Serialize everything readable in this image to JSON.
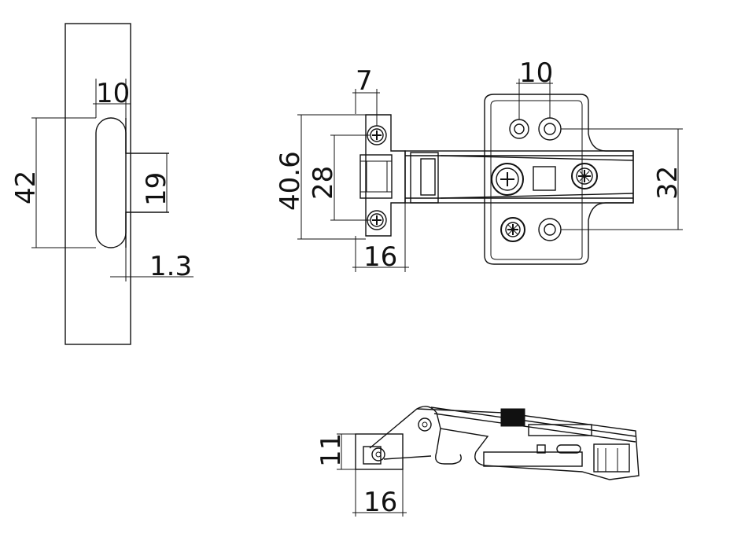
{
  "dimensions": {
    "edge_width": "10",
    "edge_length": "42",
    "depth_19": "19",
    "offset": "1.3",
    "screw_offset": "7",
    "plate_height": "40.6",
    "screw_spacing": "28",
    "cup_width_top": "16",
    "plate_hole_spacing": "10",
    "plate_pitch": "32",
    "side_height": "11",
    "cup_width_side": "16"
  }
}
